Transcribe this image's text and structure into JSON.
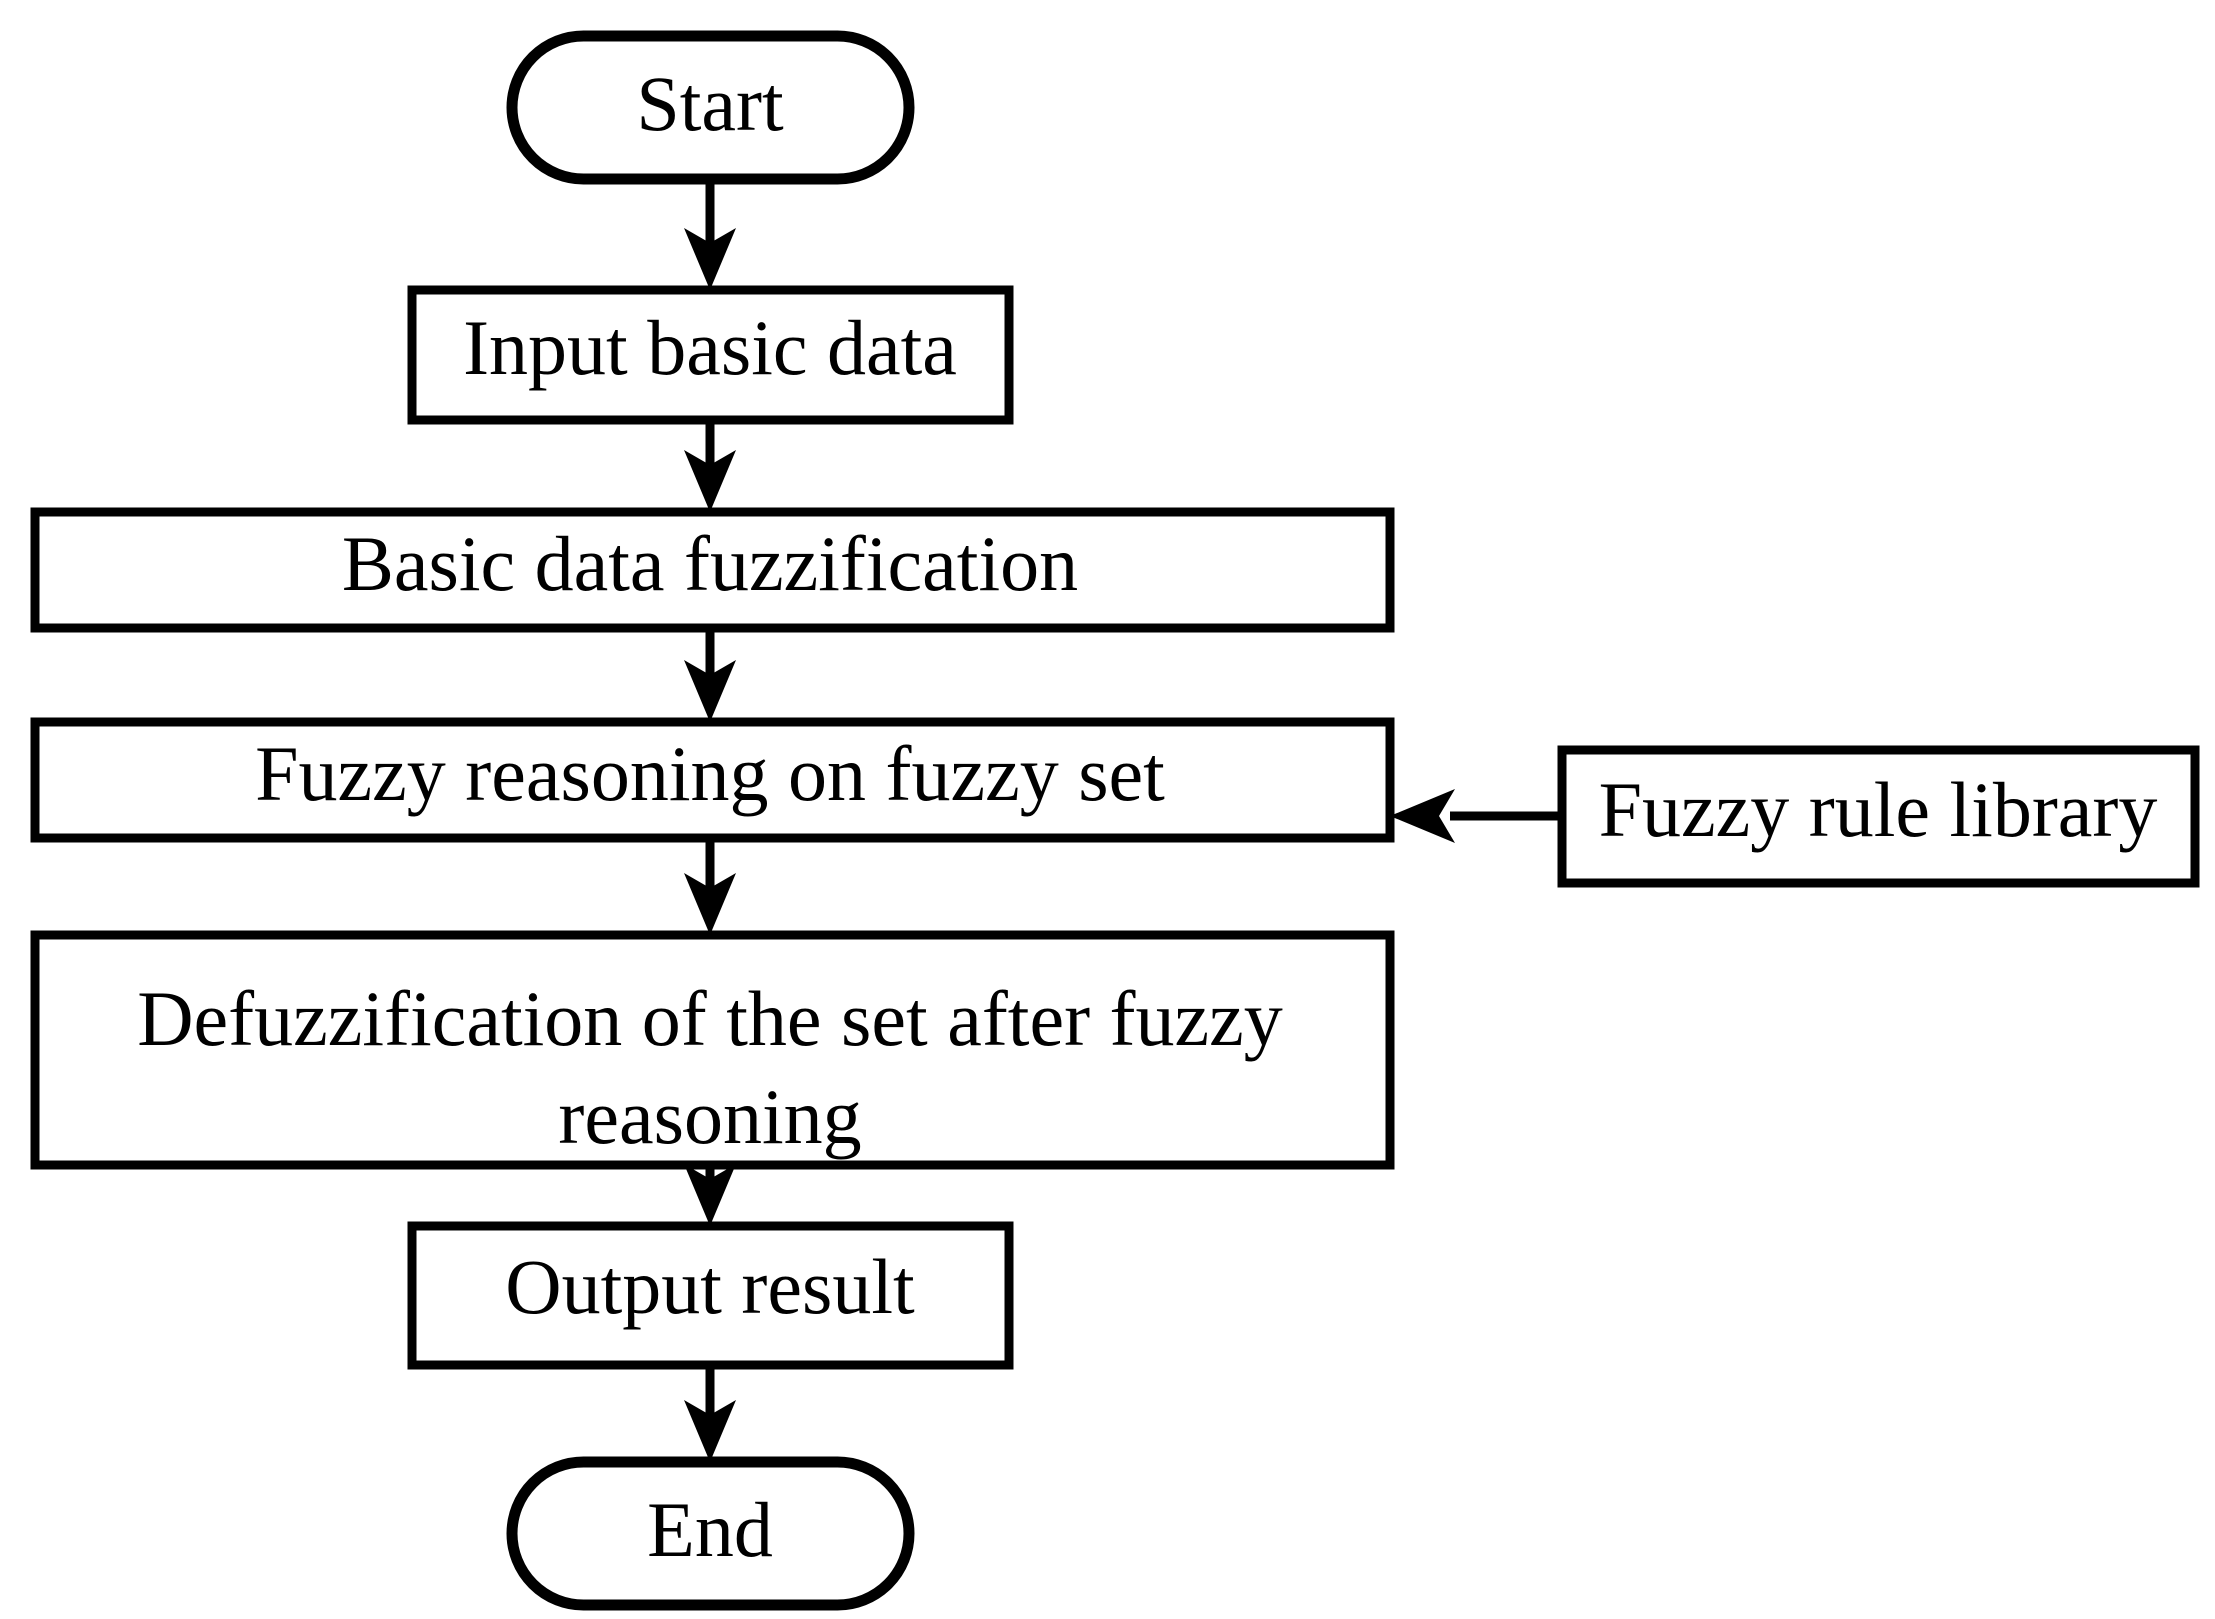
{
  "diagram": {
    "title": "Fuzzy reasoning process flowchart",
    "background_color": "#ffffff",
    "line_color": "#000000",
    "fill_color": "#ffffff",
    "nodes": [
      {
        "id": "start",
        "label": "Start",
        "shape": "terminator"
      },
      {
        "id": "input",
        "label": "Input basic data",
        "shape": "process"
      },
      {
        "id": "fuzzify",
        "label": "Basic data fuzzification",
        "shape": "process"
      },
      {
        "id": "reasoning",
        "label": "Fuzzy reasoning on fuzzy set",
        "shape": "process"
      },
      {
        "id": "rule_library",
        "label": "Fuzzy rule library",
        "shape": "process"
      },
      {
        "id": "defuzzify_l1",
        "label": "Defuzzification of the set after fuzzy",
        "shape": "process"
      },
      {
        "id": "defuzzify_l2",
        "label": "reasoning",
        "shape": "process"
      },
      {
        "id": "output",
        "label": "Output result",
        "shape": "process"
      },
      {
        "id": "end",
        "label": "End",
        "shape": "terminator"
      }
    ],
    "edges": [
      {
        "from": "start",
        "to": "input",
        "direction": "down"
      },
      {
        "from": "input",
        "to": "fuzzify",
        "direction": "down"
      },
      {
        "from": "fuzzify",
        "to": "reasoning",
        "direction": "down"
      },
      {
        "from": "reasoning",
        "to": "defuzzify",
        "direction": "down"
      },
      {
        "from": "defuzzify",
        "to": "output",
        "direction": "down"
      },
      {
        "from": "output",
        "to": "end",
        "direction": "down"
      },
      {
        "from": "rule_library",
        "to": "reasoning",
        "direction": "left"
      }
    ]
  }
}
